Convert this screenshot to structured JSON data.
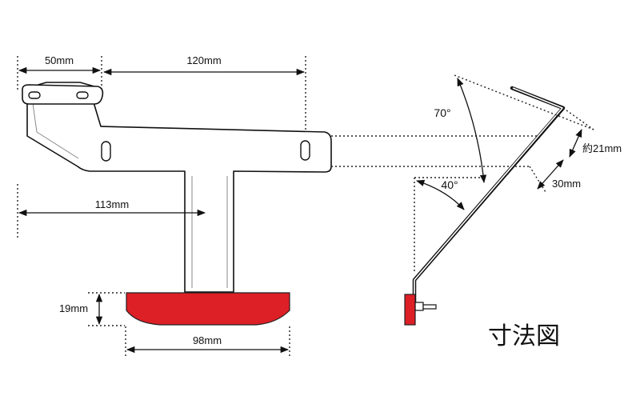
{
  "diagram": {
    "title": "寸法図",
    "dimensions": {
      "top_left_width": "50mm",
      "slot_spacing": "120mm",
      "stem_offset": "113mm",
      "reflector_height": "19mm",
      "reflector_width": "98mm",
      "side_height": "約21mm",
      "side_length": "30mm"
    },
    "angles": {
      "upper": "70°",
      "lower": "40°"
    },
    "colors": {
      "reflector": "#dd1f26",
      "line": "#111111"
    }
  }
}
